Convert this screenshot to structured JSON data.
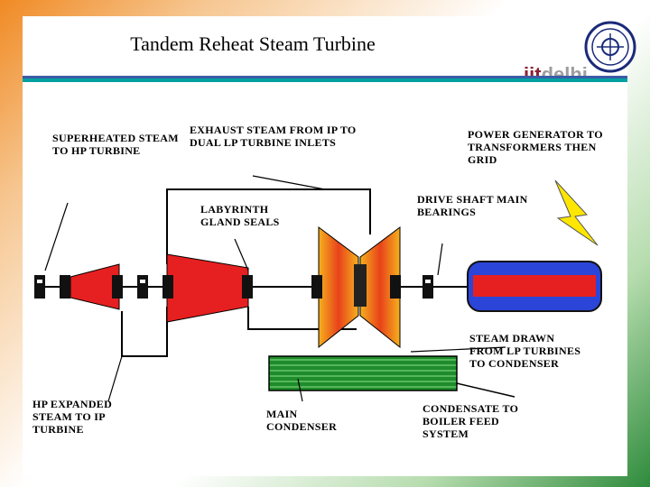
{
  "header": {
    "title": "Tandem Reheat Steam Turbine",
    "brand_prefix": "iit",
    "brand_suffix": "delhi"
  },
  "diagram": {
    "labels": {
      "superheated": "SUPERHEATED STEAM TO HP TURBINE",
      "exhaust": "EXHAUST STEAM FROM IP TO DUAL LP TURBINE INLETS",
      "power": "POWER GENERATOR TO TRANSFORMERS THEN GRID",
      "labyrinth": "LABYRINTH GLAND SEALS",
      "drive_shaft": "DRIVE SHAFT MAIN BEARINGS",
      "steam_drawn": "STEAM DRAWN FROM LP TURBINES TO CONDENSER",
      "hp_expanded": "HP EXPANDED STEAM TO IP TURBINE",
      "main_condenser": "MAIN CONDENSER",
      "condensate": "CONDENSATE TO BOILER FEED SYSTEM"
    }
  },
  "colors": {
    "turbine_red": "#e62020",
    "lp_orange": "#f59a1e",
    "generator_blue": "#2b45d8",
    "condenser_green": "#1e8c2a",
    "lightning_yellow": "#ffe600",
    "border_blue": "#3c5aa6",
    "border_teal": "#00a0a0"
  },
  "icons": {
    "logo": "iit-delhi-emblem-icon",
    "lightning": "lightning-bolt-icon"
  }
}
